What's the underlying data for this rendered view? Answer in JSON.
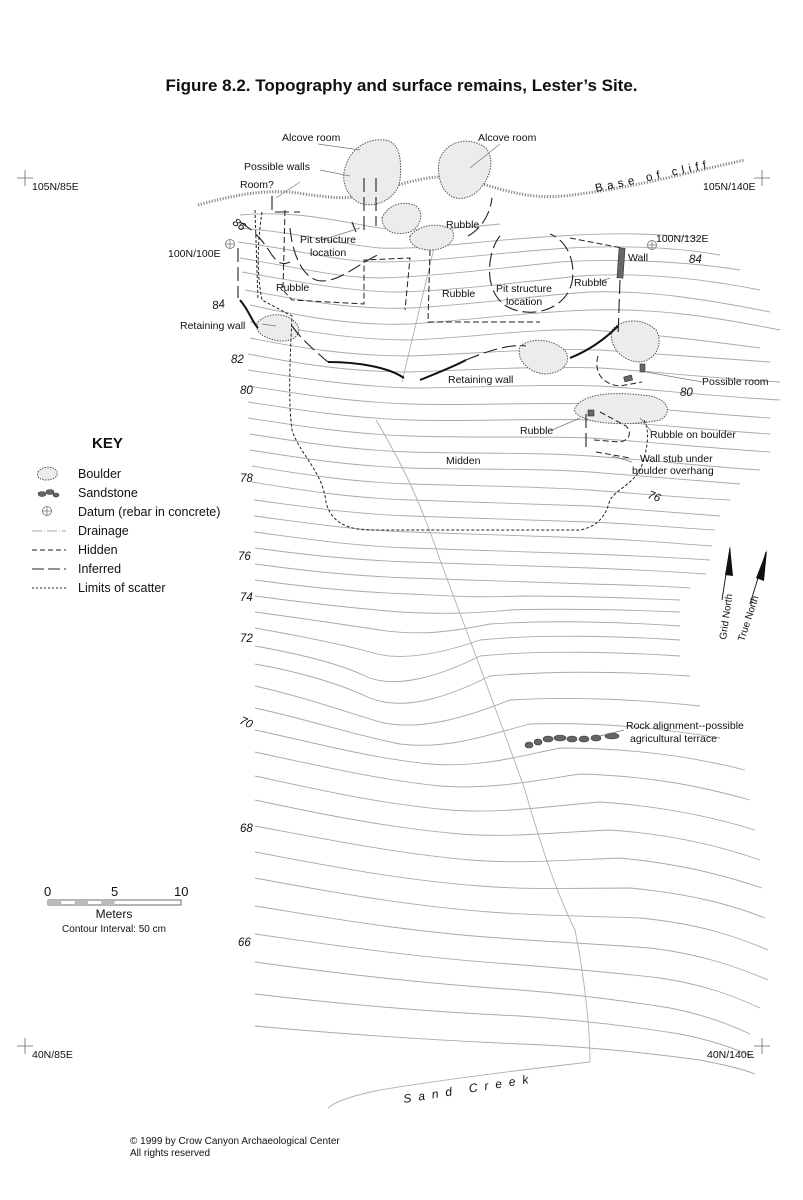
{
  "title": "Figure 8.2.  Topography and surface remains, Lester’s Site.",
  "corners": {
    "top_left": "105N/85E",
    "top_right": "105N/140E",
    "bottom_left": "40N/85E",
    "bottom_right": "40N/140E",
    "datum_left": "100N/100E",
    "datum_right": "100N/132E"
  },
  "features": {
    "alcove_room_1": "Alcove room",
    "alcove_room_2": "Alcove room",
    "possible_walls": "Possible walls",
    "room_q": "Room?",
    "base_of_cliff": "Base of cliff",
    "rubble_top": "Rubble",
    "pit_structure_1_l1": "Pit structure",
    "pit_structure_1_l2": "location",
    "rubble_left": "Rubble",
    "rubble_mid": "Rubble",
    "pit_structure_2_l1": "Pit structure",
    "pit_structure_2_l2": "location",
    "rubble_right": "Rubble",
    "wall": "Wall",
    "retaining_wall_1": "Retaining wall",
    "retaining_wall_2": "Retaining wall",
    "possible_room": "Possible room",
    "rubble_lower": "Rubble",
    "rubble_on_boulder": "Rubble on boulder",
    "wall_stub_l1": "Wall stub under",
    "wall_stub_l2": "boulder overhang",
    "midden": "Midden",
    "rock_alignment_l1": "Rock alignment--possible",
    "rock_alignment_l2": "agricultural terrace",
    "sand_creek": "Sand Creek"
  },
  "contours": [
    "86",
    "84",
    "84",
    "82",
    "80",
    "80",
    "78",
    "76",
    "76",
    "74",
    "72",
    "70",
    "68",
    "66"
  ],
  "key": {
    "title": "KEY",
    "items": [
      "Boulder",
      "Sandstone",
      "Datum (rebar in concrete)",
      "Drainage",
      "Hidden",
      "Inferred",
      "Limits of scatter"
    ]
  },
  "north": {
    "grid": "Grid North",
    "true": "True North"
  },
  "scale": {
    "ticks": [
      "0",
      "5",
      "10"
    ],
    "unit": "Meters",
    "interval": "Contour Interval: 50 cm"
  },
  "footer": {
    "line1": "© 1999 by Crow Canyon Archaeological Center",
    "line2": "All rights reserved"
  }
}
